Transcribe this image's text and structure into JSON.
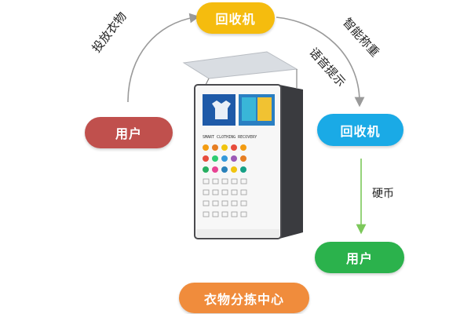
{
  "nodes": {
    "top": {
      "label": "回收机",
      "color": "#F5BC0E"
    },
    "left": {
      "label": "用户",
      "color": "#C0504D"
    },
    "right": {
      "label": "回收机",
      "color": "#1AAAE6"
    },
    "bottom": {
      "label": "用户",
      "color": "#2BB24C"
    },
    "center": {
      "label": "衣物分拣中心",
      "color": "#F08C3C"
    }
  },
  "edges": {
    "left_to_top": "投放衣物",
    "top_to_right_outer": "智能称重",
    "top_to_right_inner": "语音提示",
    "right_to_bottom": "硬币"
  },
  "machine": {
    "brand": "SMART CLOTHING RECOVERY"
  },
  "colors": {
    "arrow": "#9A9A9A",
    "arrow_green": "#7CC85A"
  }
}
